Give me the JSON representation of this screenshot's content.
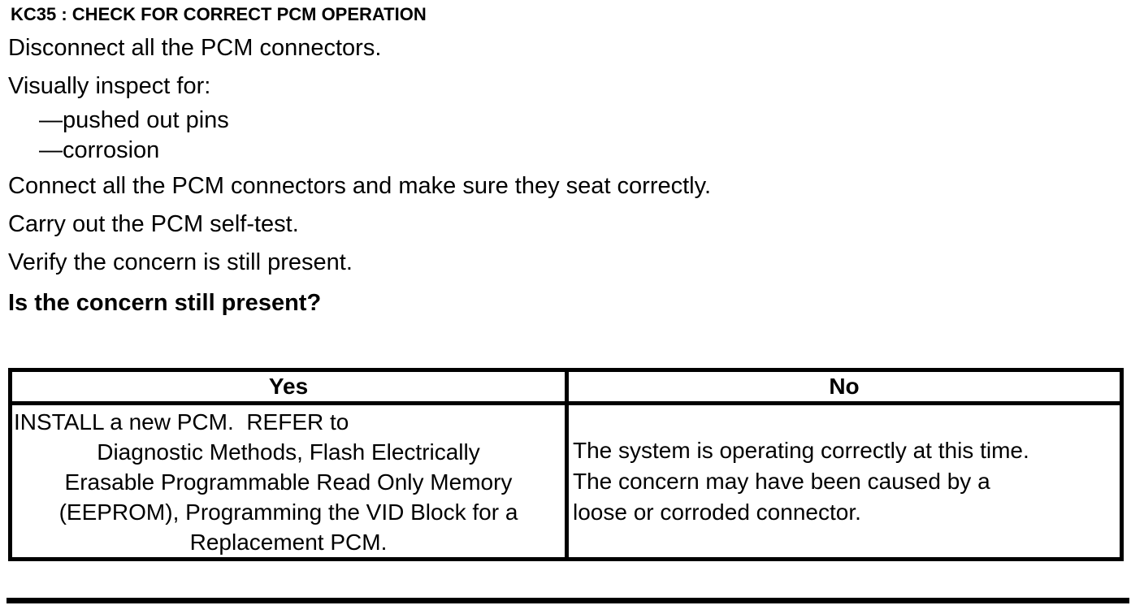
{
  "procedure": {
    "title": "KC35 : CHECK FOR CORRECT PCM OPERATION",
    "step_disconnect": "Disconnect all the PCM connectors.",
    "step_inspect_label": "Visually inspect for:",
    "inspect_items": [
      "—pushed out pins",
      "—corrosion"
    ],
    "step_connect": "Connect all the PCM connectors and make sure they seat correctly.",
    "step_self_test": "Carry out the PCM self-test.",
    "step_verify": "Verify the concern is still present.",
    "question": "Is the concern still present?"
  },
  "result_table": {
    "yes_header": "Yes",
    "no_header": "No",
    "yes_cell": {
      "lines": [
        "INSTALL a new PCM.  REFER to",
        "Diagnostic Methods, Flash Electrically",
        "Erasable Programmable Read Only Memory",
        "(EEPROM), Programming the VID Block for a",
        "Replacement PCM."
      ]
    },
    "no_cell": {
      "lines": [
        "The system is operating correctly at this time.",
        "The concern may have been caused by a",
        "loose or corroded connector."
      ]
    }
  },
  "colors": {
    "text": "#000000",
    "background": "#ffffff",
    "table_border": "#000000"
  }
}
